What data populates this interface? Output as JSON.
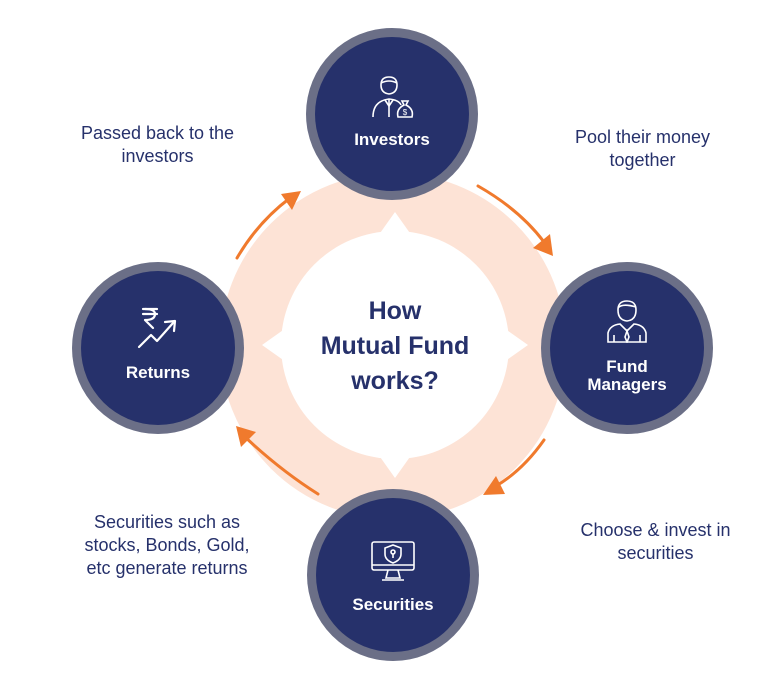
{
  "center": {
    "title_line1": "How",
    "title_line2": "Mutual Fund",
    "title_line3": "works?"
  },
  "nodes": {
    "investors": {
      "label": "Investors",
      "icon": "investor-money-bag-icon"
    },
    "fund_managers": {
      "label_line1": "Fund",
      "label_line2": "Managers",
      "icon": "businessman-icon"
    },
    "securities": {
      "label": "Securities",
      "icon": "secure-monitor-icon"
    },
    "returns": {
      "label": "Returns",
      "icon": "rupee-growth-arrow-icon"
    }
  },
  "captions": {
    "passed_back": {
      "line1": "Passed back to the",
      "line2": "investors"
    },
    "pool_money": {
      "line1": "Pool their money",
      "line2": "together"
    },
    "choose_invest": {
      "line1": "Choose & invest in",
      "line2": "securities"
    },
    "securities_returns": {
      "line1": "Securities such as",
      "line2": "stocks, Bonds, Gold,",
      "line3": "etc generate returns"
    }
  },
  "colors": {
    "navy": "#26316b",
    "ring_gray": "#6b6f87",
    "peach": "#fde3d6",
    "arrow_orange": "#f07a2d",
    "text": "#26316b"
  }
}
